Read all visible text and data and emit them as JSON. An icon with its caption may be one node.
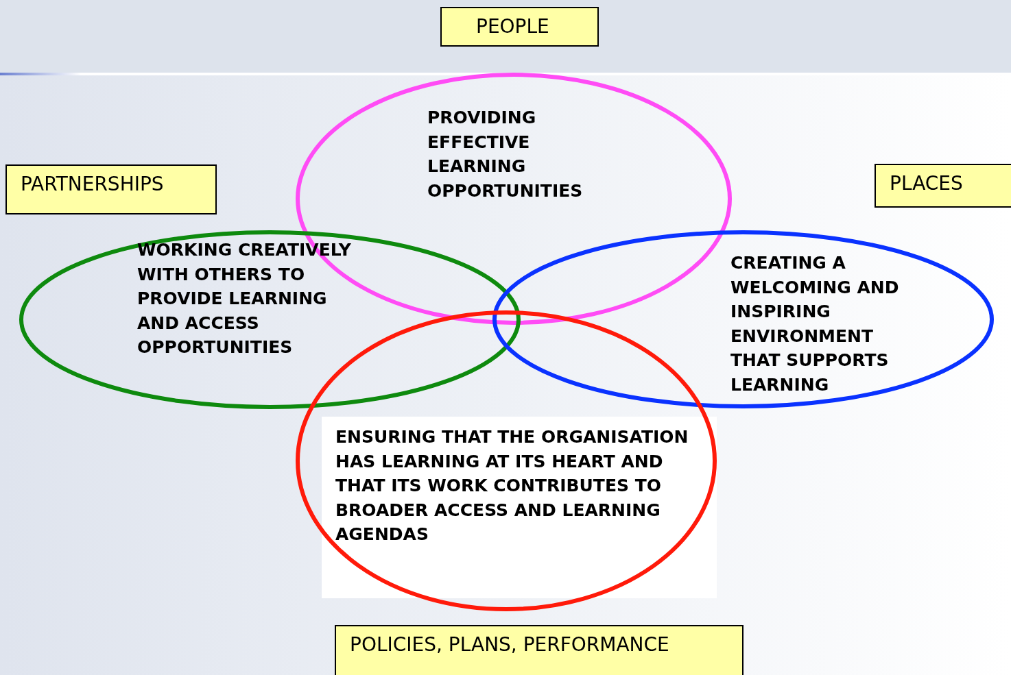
{
  "diagram": {
    "nodes": [
      {
        "text": [
          "PEOPLE"
        ]
      },
      {
        "text": [
          "PROVIDING EFFECTIVE LEARNING OPPORTUNITIES"
        ]
      },
      {
        "text": [
          "PARTNERSHIPS"
        ]
      },
      {
        "text": [
          "PLACES"
        ]
      },
      {
        "text": [
          "WORKING CREATIVELY WITH OTHERS TO PROVIDE LEARNING AND ACCESS OPPORTUNITIES"
        ]
      },
      {
        "text": [
          "CREATING A WELCOMING AND INSPIRING ENVIRONMENT THAT SUPPORTS LEARNING"
        ]
      },
      {
        "text": [
          "ENSURING THAT THE ORGANISATION HAS LEARNING AT ITS HEART AND THAT ITS WORK CONTRIBUTES TO BROADER ACCESS AND LEARNING AGENDAS"
        ]
      },
      {
        "text": [
          "POLICIES, PLANS, PERFORMANCE"
        ]
      }
    ]
  }
}
